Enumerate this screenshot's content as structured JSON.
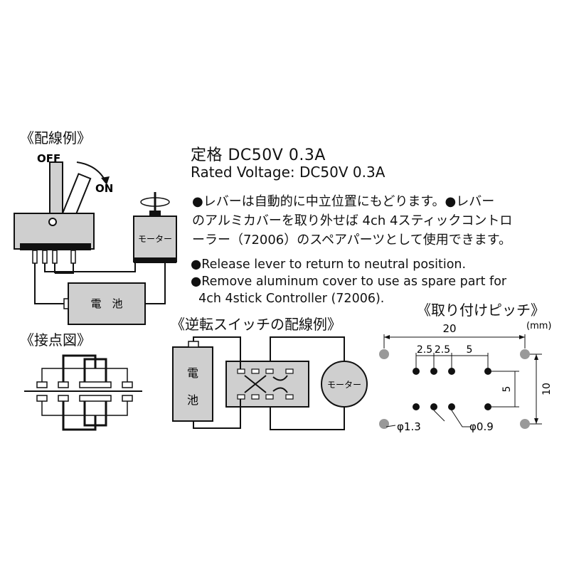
{
  "wiring_example": {
    "title": "《配線例》",
    "off_label": "OFF",
    "on_label": "ON",
    "motor_label": "モーター",
    "battery_label": "電　池"
  },
  "rating": {
    "jp": "定格 DC50V 0.3A",
    "en": "Rated Voltage: DC50V 0.3A"
  },
  "notes_jp": [
    "●レバーは自動的に中立位置にもどります。●レバー",
    "のアルミカバーを取り外せば  4ch  4スティックコントロ",
    "ーラー（72006）のスペアパーツとして使用できます。"
  ],
  "notes_en": [
    "●Release lever to return to neutral position.",
    "●Remove aluminum cover to use as spare part for",
    "  4ch 4stick Controller (72006)."
  ],
  "contact_diagram": {
    "title": "《接点図》"
  },
  "reverse_wiring": {
    "title": "《逆転スイッチの配線例》",
    "battery_top": "電",
    "battery_bottom": "池",
    "motor_label": "モーター"
  },
  "pitch": {
    "title": "《取り付けピッチ》",
    "unit": "(mm)",
    "dim_20": "20",
    "dim_25a": "2.5",
    "dim_25b": "2.5",
    "dim_5h": "5",
    "dim_5v": "5",
    "dim_10": "10",
    "phi_large": "φ1.3",
    "phi_small": "φ0.9"
  },
  "colors": {
    "line": "#111111",
    "body_gray": "#c8c8c8",
    "pad_gray": "#8a8a8a"
  }
}
